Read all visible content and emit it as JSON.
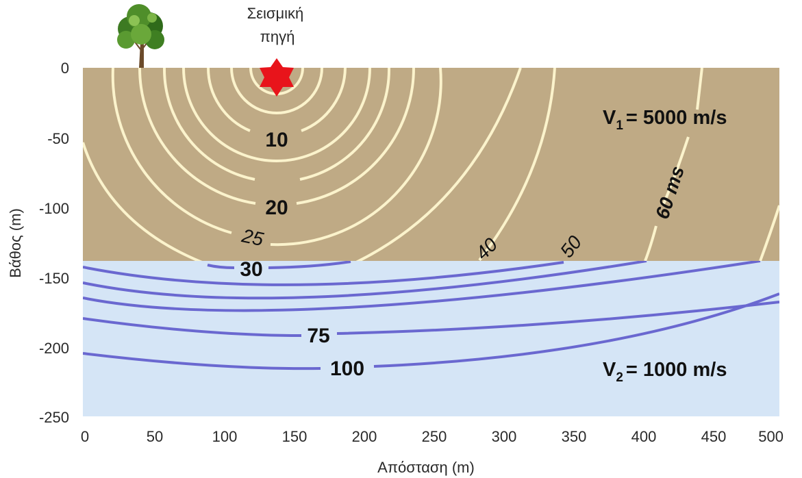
{
  "source_label": [
    "Σεισμική",
    "πηγή"
  ],
  "x_axis": {
    "label": "Απόσταση (m)",
    "ticks": [
      "0",
      "50",
      "100",
      "150",
      "200",
      "250",
      "300",
      "350",
      "400",
      "450",
      "500"
    ]
  },
  "y_axis": {
    "label": "Βάθος (m)",
    "ticks": [
      "0",
      "-50",
      "-100",
      "-150",
      "-200",
      "-250"
    ]
  },
  "upper_layer": {
    "v_prefix": "V",
    "v_sub": "1",
    "v_value": "= 5000 m/s",
    "color": "#bfaa85"
  },
  "lower_layer": {
    "v_prefix": "V",
    "v_sub": "2",
    "v_value": "= 1000 m/s",
    "color": "#d5e5f6"
  },
  "contour_labels": {
    "c10": "10",
    "c20": "20",
    "c25": "25",
    "c30": "30",
    "c40": "40",
    "c50": "50",
    "c60": "60 ms",
    "c75": "75",
    "c100": "100"
  },
  "colors": {
    "upper_contour": "#fbf3cc",
    "lower_contour": "#6a68d0",
    "source_star": "#e8141b"
  },
  "icons": [
    "tree-icon",
    "star-icon"
  ]
}
